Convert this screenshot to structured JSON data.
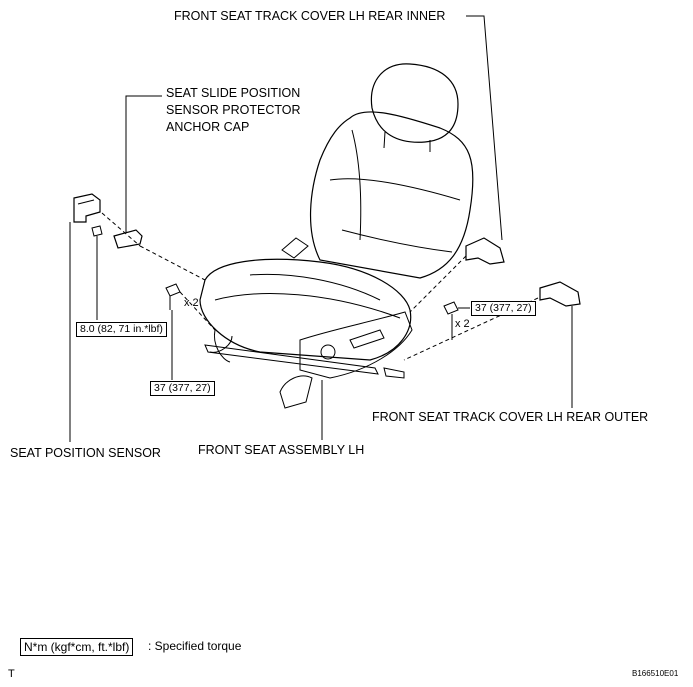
{
  "labels": {
    "track_cover_rear_inner": "FRONT SEAT TRACK COVER LH REAR INNER",
    "protector_cap_line1": "SEAT SLIDE POSITION",
    "protector_cap_line2": "SENSOR PROTECTOR",
    "protector_cap_line3": "ANCHOR CAP",
    "track_cover_rear_outer": "FRONT SEAT TRACK COVER LH REAR OUTER",
    "seat_position_sensor": "SEAT POSITION SENSOR",
    "front_seat_assembly": "FRONT SEAT ASSEMBLY LH"
  },
  "torques": {
    "sensor_bolt": "8.0 (82, 71 in.*lbf)",
    "front_bolts": "37 (377, 27)",
    "rear_bolts": "37 (377, 27)"
  },
  "quantities": {
    "front_bolts": "x 2",
    "rear_bolts": "x 2"
  },
  "legend": {
    "unit_box": "N*m (kgf*cm, ft.*lbf)",
    "description": ": Specified torque"
  },
  "footer": {
    "corner_mark": "T",
    "figure_code": "B166510E01"
  }
}
